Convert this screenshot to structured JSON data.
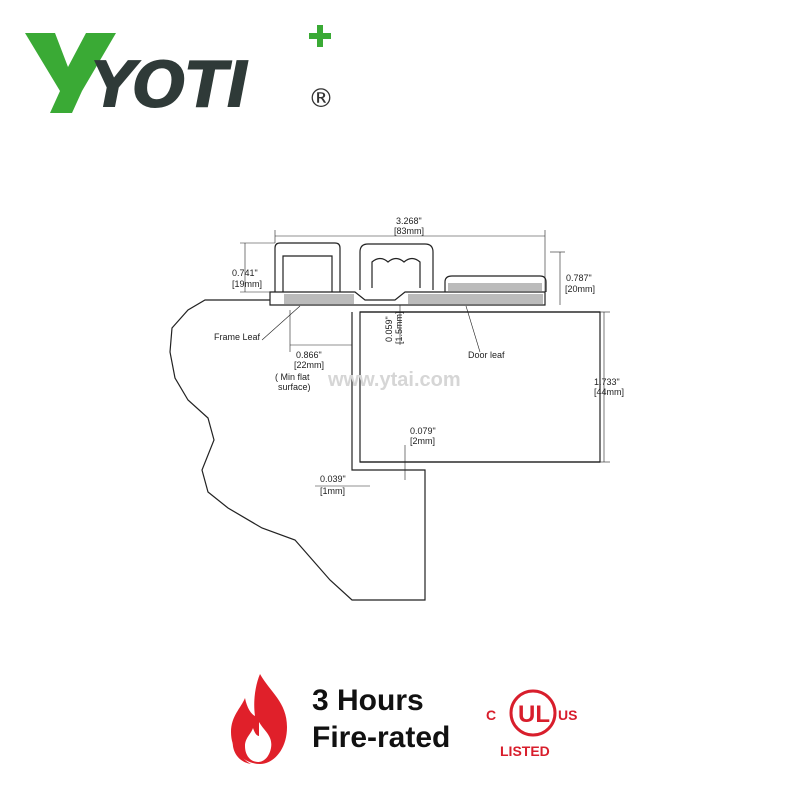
{
  "logo": {
    "text": "YOTI",
    "registered": "®",
    "colors": {
      "green": "#3aaa35",
      "dark": "#2f3a38"
    }
  },
  "drawing": {
    "dims": {
      "overall_width_in": "3.268\"",
      "overall_width_mm": "[83mm]",
      "left_height_in": "0.741\"",
      "left_height_mm": "[19mm]",
      "right_height_in": "0.787\"",
      "right_height_mm": "[20mm]",
      "gap_in": "0.059\"",
      "gap_mm": "[1.5mm]",
      "min_flat_in": "0.866\"",
      "min_flat_mm": "[22mm]",
      "door_thickness_in": "1.733\"",
      "door_thickness_mm": "[44mm]",
      "clearance_in": "0.079\"",
      "clearance_mm": "[2mm]",
      "offset_in": "0.039\"",
      "offset_mm": "[1mm]"
    },
    "labels": {
      "frame_leaf": "Frame Leaf",
      "door_leaf": "Door leaf",
      "min_flat_line1": "( Min flat",
      "min_flat_line2": "surface)"
    },
    "watermark": "www.ytai.com"
  },
  "badge": {
    "line1": "3 Hours",
    "line2": "Fire-rated",
    "flame_color": "#e0202a",
    "ul": {
      "c": "C",
      "ul": "UL",
      "us": "US",
      "listed": "LISTED",
      "color": "#d81e2c"
    }
  }
}
